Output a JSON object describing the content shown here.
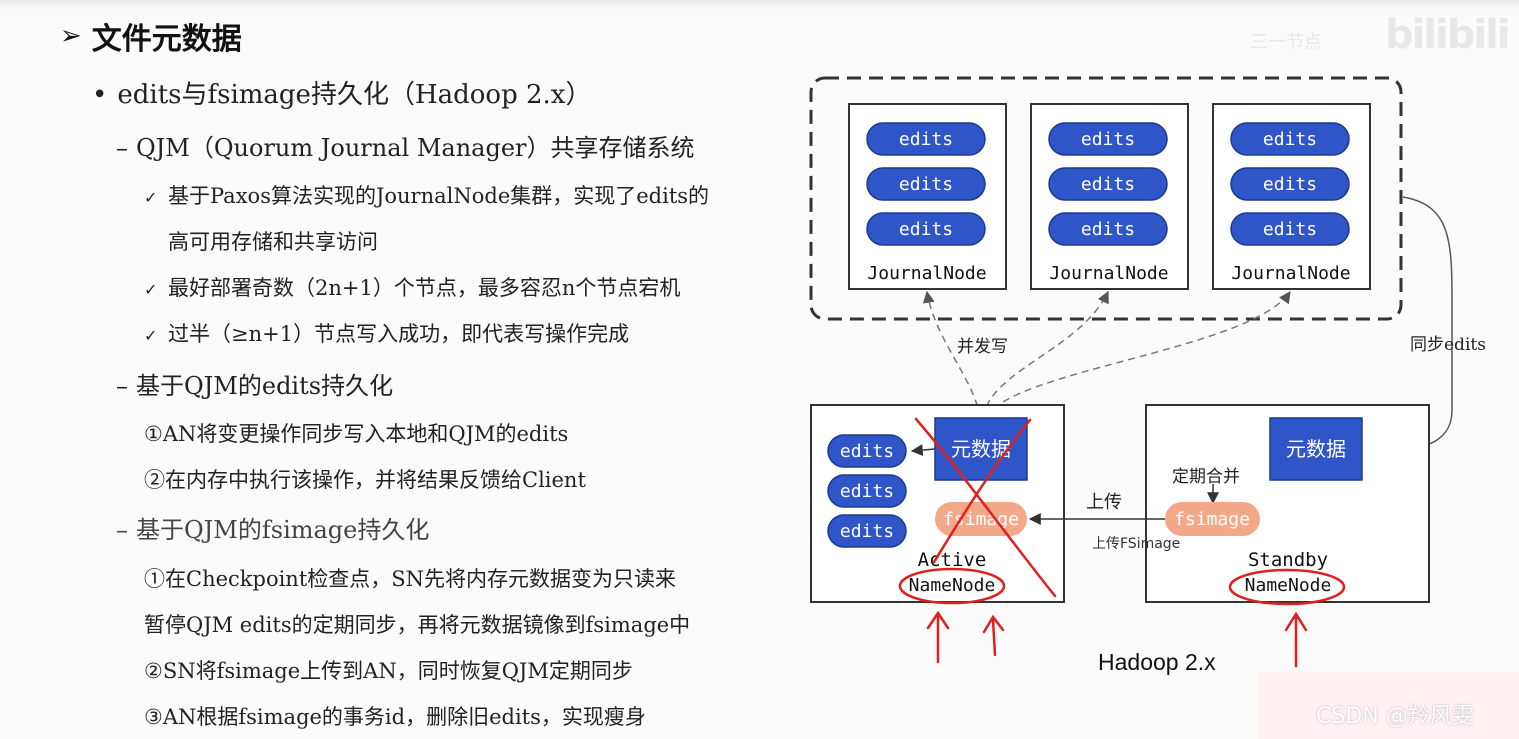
{
  "slide": {
    "title": "文件元数据",
    "level1": "edits与fsimage持久化（Hadoop 2.x）",
    "qjm_heading": "QJM（Quorum Journal Manager）共享存储系统",
    "qjm_points": [
      "基于Paxos算法实现的JournalNode集群，实现了edits的",
      "最好部署奇数（2n+1）个节点，最多容忍n个节点宕机",
      "过半（≥n+1）节点写入成功，即代表写操作完成"
    ],
    "qjm_point1_cont": "高可用存储和共享访问",
    "edits_heading": "基于QJM的edits持久化",
    "edits_steps": [
      "①AN将变更操作同步写入本地和QJM的edits",
      "②在内存中执行该操作，并将结果反馈给Client"
    ],
    "fsimage_heading": "基于QJM的fsimage持久化",
    "fsimage_steps": [
      "①在Checkpoint检查点，SN先将内存元数据变为只读来",
      "暂停QJM edits的定期同步，再将元数据镜像到fsimage中",
      "②SN将fsimage上传到AN，同时恢复QJM定期同步",
      "③AN根据fsimage的事务id，删除旧edits，实现瘦身"
    ]
  },
  "diagram": {
    "journal_nodes": [
      {
        "label": "JournalNode",
        "edits": [
          "edits",
          "edits",
          "edits"
        ]
      },
      {
        "label": "JournalNode",
        "edits": [
          "edits",
          "edits",
          "edits"
        ]
      },
      {
        "label": "JournalNode",
        "edits": [
          "edits",
          "edits",
          "edits"
        ]
      }
    ],
    "concurrent_write_label": "并发写",
    "sync_edits_label": "同步edits",
    "active": {
      "role": "Active",
      "name": "NameNode",
      "edits": [
        "edits",
        "edits",
        "edits"
      ],
      "metadata": "元数据",
      "fsimage": "fsimage"
    },
    "standby": {
      "role": "Standby",
      "name": "NameNode",
      "metadata": "元数据",
      "fsimage": "fsimage"
    },
    "merge_label": "定期合并",
    "upload_label": "上传",
    "upload_fsimage_label": "上传FSimage",
    "caption": "Hadoop 2.x"
  },
  "watermark": {
    "logo": "bilibili",
    "csdn": "CSDN @羚风雯"
  },
  "colors": {
    "edits_fill": "#2f56c8",
    "metadata_fill": "#2f56c8",
    "fsimage_fill": "#f4a88a",
    "annotation_red": "#e0201c"
  }
}
